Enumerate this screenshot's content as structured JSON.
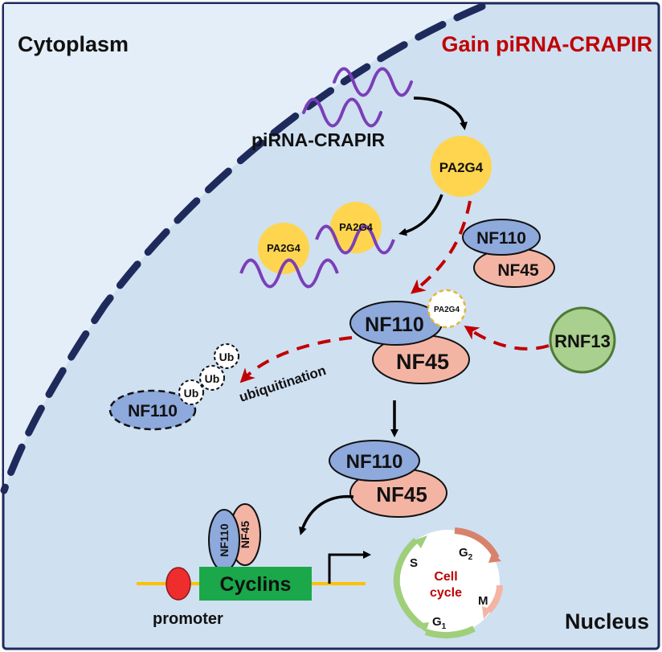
{
  "labels": {
    "cytoplasm": "Cytoplasm",
    "nucleus": "Nucleus",
    "condition": "Gain piRNA-CRAPIR",
    "pirna": "piRNA-CRAPIR",
    "pa2g4": "PA2G4",
    "nf110": "NF110",
    "nf45": "NF45",
    "rnf13": "RNF13",
    "ub": "Ub",
    "ubiquitination": "ubiquitination",
    "cyclins": "Cyclins",
    "promoter": "promoter",
    "cell": "Cell",
    "cycle": "cycle",
    "phase_s": "S",
    "phase_g2": "G",
    "phase_g2_sub": "2",
    "phase_m": "M",
    "phase_g1": "G",
    "phase_g1_sub": "1"
  },
  "colors": {
    "frame": "#1f2a5c",
    "nucleus_fill": "#cfe0f1",
    "cytoplasm_fill": "#e2edf7",
    "membrane": "#1f2a5c",
    "condition_text": "#c00000",
    "pirna": "#7a3fb8",
    "pa2g4": "#ffd54f",
    "nf110": "#8ea9db",
    "nf45": "#f4b4a4",
    "rnf13": "#a9d08e",
    "cyclins": "#1aa84a",
    "promoter": "#ee2d2d",
    "dna": "#ffc000",
    "red_arrow": "#c00000"
  }
}
